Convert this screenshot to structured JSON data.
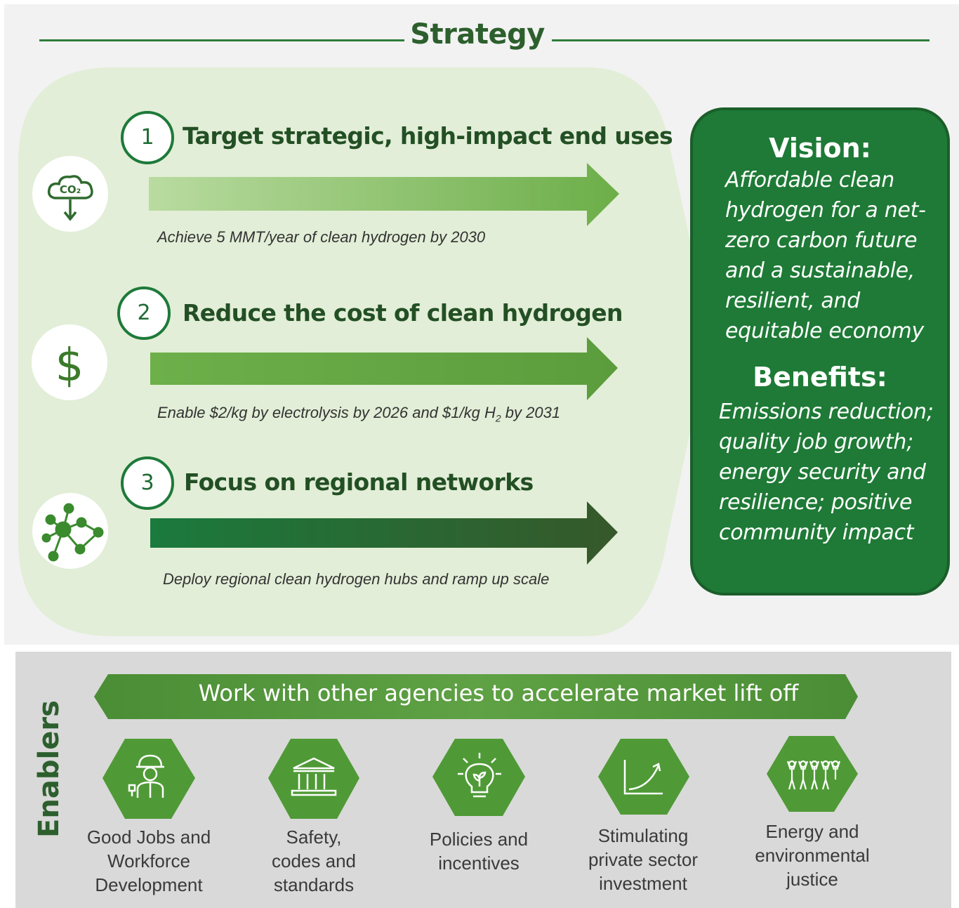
{
  "strategy": {
    "title": "Strategy",
    "steps": [
      {
        "number": "1",
        "title": "Target strategic, high-impact end uses",
        "caption": "Achieve 5 MMT/year of clean hydrogen by 2030",
        "icon": "co2-cloud-icon"
      },
      {
        "number": "2",
        "title": "Reduce the cost of clean hydrogen",
        "caption_pre": "Enable $2/kg by electrolysis by 2026 and $1/kg H",
        "caption_sub": "2",
        "caption_post": " by 2031",
        "icon": "dollar-icon"
      },
      {
        "number": "3",
        "title": "Focus on regional networks",
        "caption": "Deploy regional clean hydrogen hubs and ramp up scale",
        "icon": "network-icon"
      }
    ]
  },
  "vision": {
    "heading": "Vision:",
    "text": "Affordable clean hydrogen for a net-zero carbon future and a sustainable, resilient, and equitable economy",
    "lines": [
      "Affordable clean",
      "hydrogen for a net-",
      "zero carbon future",
      "and a sustainable,",
      "resilient, and",
      "equitable economy"
    ]
  },
  "benefits": {
    "heading": "Benefits:",
    "text": "Emissions reduction; quality job growth; energy security and resilience; positive community impact",
    "lines": [
      "Emissions reduction;",
      "quality job growth;",
      "energy security and",
      "resilience; positive",
      "community impact"
    ]
  },
  "enablers": {
    "label": "Enablers",
    "banner": "Work with other agencies to accelerate market lift off",
    "items": [
      {
        "label": "Good Jobs and Workforce Development",
        "lines": [
          "Good Jobs and",
          "Workforce",
          "Development"
        ],
        "icon": "worker-icon"
      },
      {
        "label": "Safety, codes and standards",
        "lines": [
          "Safety,",
          "codes and",
          "standards"
        ],
        "icon": "building-columns-icon"
      },
      {
        "label": "Policies and incentives",
        "lines": [
          "Policies and",
          "incentives"
        ],
        "icon": "lightbulb-plant-icon"
      },
      {
        "label": "Stimulating private sector investment",
        "lines": [
          "Stimulating",
          "private sector",
          "investment"
        ],
        "icon": "growth-chart-icon"
      },
      {
        "label": "Energy and environmental justice",
        "lines": [
          "Energy and",
          "environmental",
          "justice"
        ],
        "icon": "community-people-icon"
      }
    ]
  },
  "colors": {
    "arrow1_start": "#b5d89a",
    "arrow1_end": "#6fb04a",
    "arrow2_start": "#6fb04a",
    "arrow2_end": "#5a9c3c",
    "arrow3_start": "#1d7a3c",
    "arrow3_end": "#34592a",
    "panel": "#e2eed7",
    "vision_box": "#1e7a36",
    "enabler_hex": "#4e9a36"
  }
}
